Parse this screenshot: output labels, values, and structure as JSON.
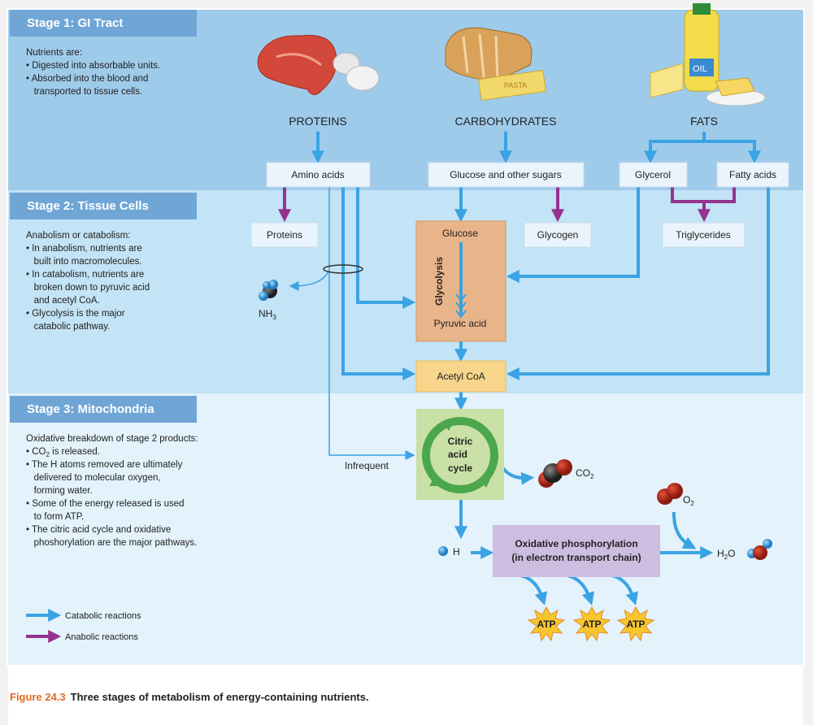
{
  "stages": [
    {
      "title": "Stage 1: GI Tract",
      "lines": [
        "Nutrients are:",
        "• Digested into absorbable units.",
        "• Absorbed into the blood and",
        "   transported to tissue cells."
      ]
    },
    {
      "title": "Stage 2: Tissue Cells",
      "lines": [
        "Anabolism or catabolism:",
        "• In anabolism, nutrients are",
        "   built into macromolecules.",
        "• In catabolism, nutrients are",
        "   broken down to pyruvic acid",
        "   and acetyl CoA.",
        "• Glycolysis is the major",
        "   catabolic pathway."
      ]
    },
    {
      "title": "Stage 3: Mitochondria",
      "lines": [
        "Oxidative breakdown of stage 2 products:",
        "• CO",
        "2",
        " is released.",
        "• The H atoms removed are ultimately",
        "   delivered to molecular oxygen,",
        "   forming water.",
        "• Some of the energy released is used",
        "   to form ATP.",
        "• The citric acid cycle and oxidative",
        "   phoshorylation are the major pathways."
      ]
    }
  ],
  "nutrients": {
    "proteins": "PROTEINS",
    "carbohydrates": "CARBOHYDRATES",
    "fats": "FATS",
    "pasta_label": "PASTA",
    "oil_label": "OIL"
  },
  "boxes": {
    "amino_acids": "Amino acids",
    "glucose_sugars": "Glucose and other sugars",
    "glycerol": "Glycerol",
    "fatty_acids": "Fatty acids",
    "proteins": "Proteins",
    "glycogen": "Glycogen",
    "triglycerides": "Triglycerides",
    "glucose": "Glucose",
    "glycolysis": "Glycolysis",
    "pyruvic_acid": "Pyruvic acid",
    "acetyl_coa": "Acetyl CoA",
    "citric": [
      "Citric",
      "acid",
      "cycle"
    ],
    "oxphos": [
      "Oxidative phosphorylation",
      "(in electron transport chain)"
    ],
    "atp": "ATP"
  },
  "molecules": {
    "nh": "NH",
    "nh_sub": "3",
    "co": "CO",
    "co_sub": "2",
    "o": "O",
    "o_sub": "2",
    "h": "H",
    "h2o_h": "H",
    "h2o_sub": "2",
    "h2o_o": "O"
  },
  "infrequent": "Infrequent",
  "legend": {
    "catabolic": "Catabolic reactions",
    "anabolic": "Anabolic reactions"
  },
  "caption": {
    "label": "Figure 24.3",
    "text": "Three stages of metabolism of energy-containing nutrients."
  },
  "colors": {
    "catabolic": "#3aa3e3",
    "anabolic": "#94338f",
    "caption_label": "#e06b23"
  }
}
